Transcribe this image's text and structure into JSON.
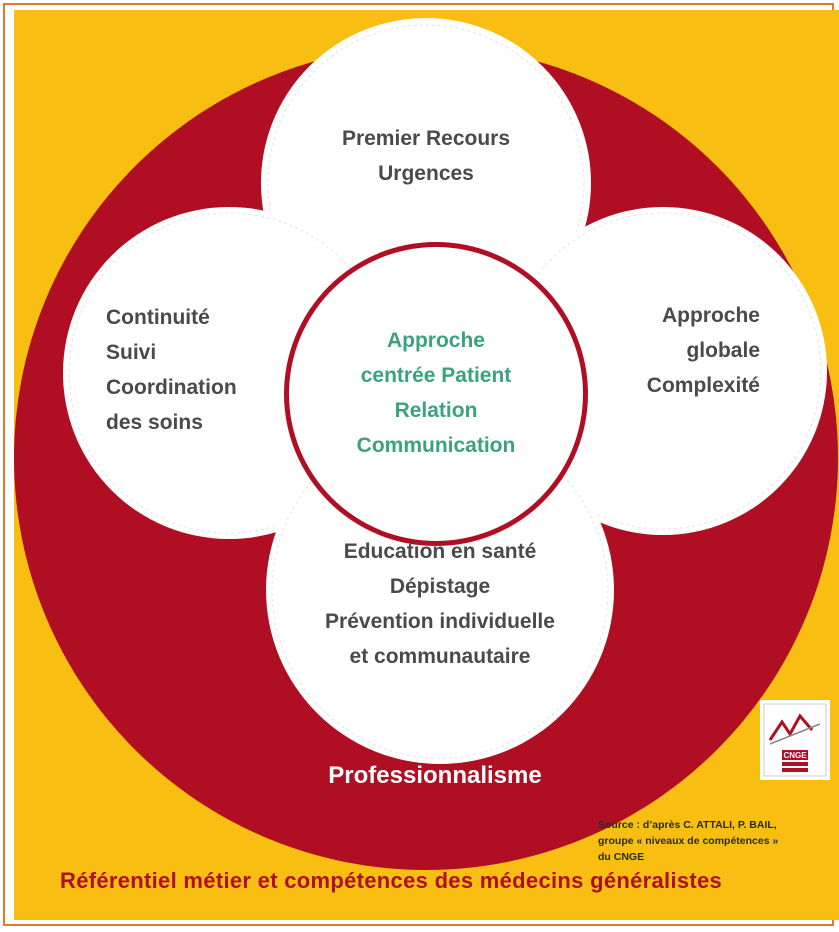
{
  "diagram": {
    "top_circle": {
      "lines": [
        "Premier Recours",
        "Urgences"
      ]
    },
    "left_circle": {
      "lines": [
        "Continuité",
        "Suivi",
        "Coordination",
        "des soins"
      ]
    },
    "right_circle": {
      "lines": [
        "Approche",
        "globale",
        "Complexité"
      ]
    },
    "bottom_circle": {
      "lines": [
        "Education en santé",
        "Dépistage",
        "Prévention individuelle",
        "et communautaire"
      ]
    },
    "center_circle": {
      "lines": [
        "Approche",
        "centrée Patient",
        "Relation",
        "Communication"
      ]
    },
    "outer_ring_label": "Professionnalisme"
  },
  "source_note": {
    "lines": [
      "Source : d’après C. ATTALI, P. BAIL,",
      "groupe « niveaux de compétences »",
      "du CNGE"
    ]
  },
  "footer_title": "Référentiel  métier  et  compétences  des médecins généralistes",
  "logo": {
    "text": "CNGE"
  },
  "colors": {
    "background": "#f8be12",
    "outer_circle": "#b00f23",
    "circles": "#ffffff",
    "center_text": "#3aa37b",
    "body_text": "#4a4a4a",
    "footer_text": "#b00f23",
    "frame": "#e8772e"
  }
}
